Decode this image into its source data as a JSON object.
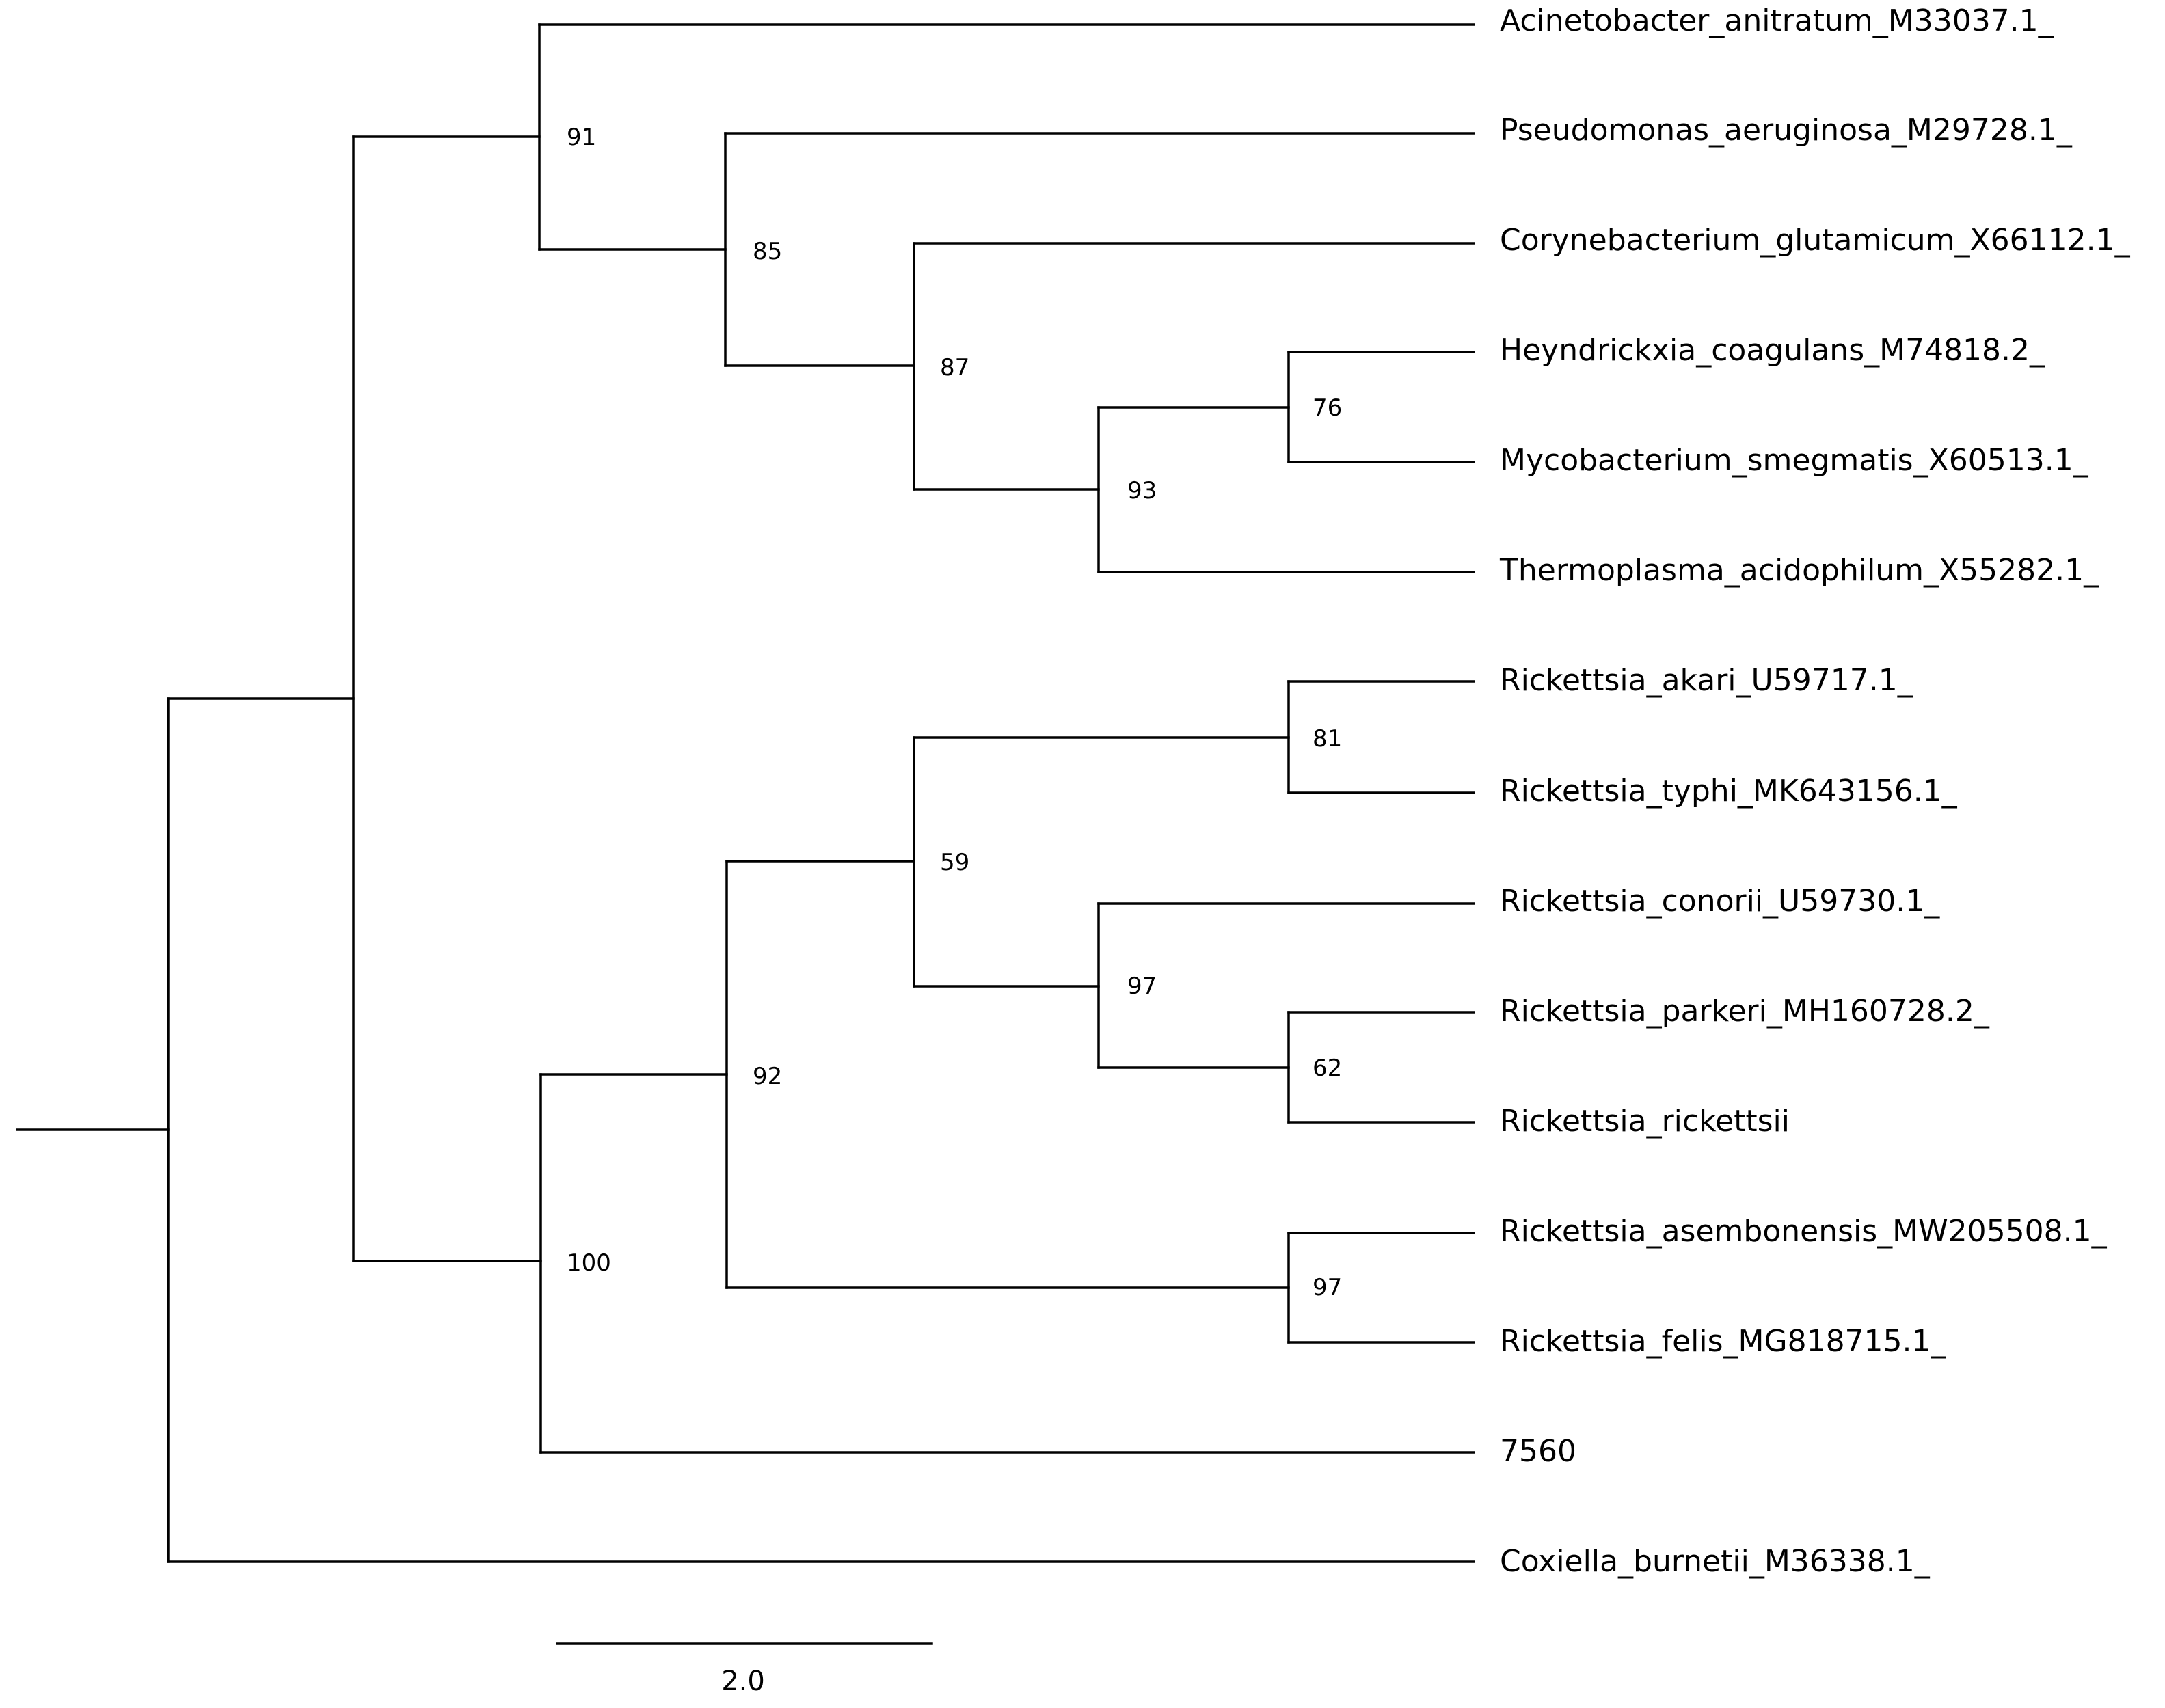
{
  "tree": {
    "leaves": [
      {
        "id": "acinetobacter",
        "label": "Acinetobacter_anitratum_M33037.1_"
      },
      {
        "id": "pseudomonas",
        "label": "Pseudomonas_aeruginosa_M29728.1_"
      },
      {
        "id": "corynebacterium",
        "label": "Corynebacterium_glutamicum_X66112.1_"
      },
      {
        "id": "heyndrickxia",
        "label": "Heyndrickxia_coagulans_M74818.2_"
      },
      {
        "id": "mycobacterium",
        "label": "Mycobacterium_smegmatis_X60513.1_"
      },
      {
        "id": "thermoplasma",
        "label": "Thermoplasma_acidophilum_X55282.1_"
      },
      {
        "id": "r-akari",
        "label": "Rickettsia_akari_U59717.1_"
      },
      {
        "id": "r-typhi",
        "label": "Rickettsia_typhi_MK643156.1_"
      },
      {
        "id": "r-conorii",
        "label": "Rickettsia_conorii_U59730.1_"
      },
      {
        "id": "r-parkeri",
        "label": "Rickettsia_parkeri_MH160728.2_"
      },
      {
        "id": "r-rickettsii",
        "label": "Rickettsia_rickettsii"
      },
      {
        "id": "r-asembonensis",
        "label": "Rickettsia_asembonensis_MW205508.1_"
      },
      {
        "id": "r-felis",
        "label": "Rickettsia_felis_MG818715.1_"
      },
      {
        "id": "isolate-7560",
        "label": "7560"
      },
      {
        "id": "coxiella",
        "label": "Coxiella_burnetii_M36338.1_"
      }
    ],
    "supports": {
      "n91": "91",
      "n85": "85",
      "n87": "87",
      "n93": "93",
      "n76": "76",
      "n81": "81",
      "n59": "59",
      "n97a": "97",
      "n62": "62",
      "n97b": "97",
      "n92": "92",
      "n100": "100"
    }
  },
  "scale_bar": {
    "label": "2.0"
  }
}
